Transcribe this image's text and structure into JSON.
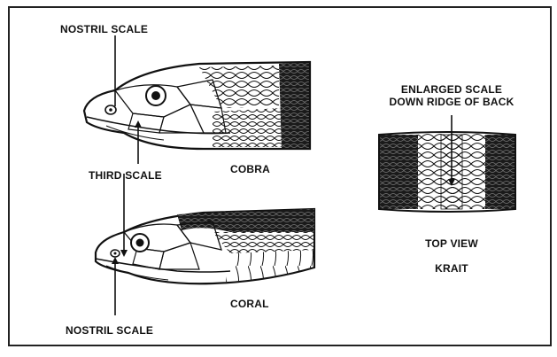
{
  "labels": {
    "nostril_scale_top": "NOSTRIL SCALE",
    "third_scale": "THIRD SCALE",
    "cobra": "COBRA",
    "enlarged_scale_line1": "ENLARGED SCALE",
    "enlarged_scale_line2": "DOWN RIDGE OF BACK",
    "top_view": "TOP VIEW",
    "krait": "KRAIT",
    "coral": "CORAL",
    "nostril_scale_bottom": "NOSTRIL SCALE"
  },
  "colors": {
    "ink": "#111111",
    "paper": "#ffffff",
    "frame": "#222222"
  }
}
